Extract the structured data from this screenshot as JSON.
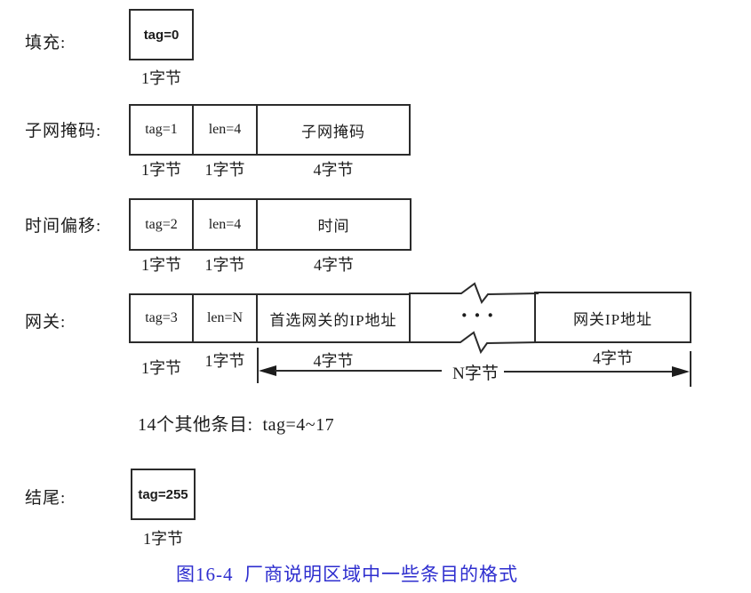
{
  "colors": {
    "background": "#ffffff",
    "ink": "#1c1c1c",
    "caption_blue": "#2e2ecf"
  },
  "rows": {
    "padding": {
      "label": "填充:",
      "tag": "tag=0",
      "bytes1": "1字节"
    },
    "subnet": {
      "label": "子网掩码:",
      "tag": "tag=1",
      "len": "len=4",
      "value": "子网掩码",
      "bytes1": "1字节",
      "bytes2": "1字节",
      "bytes3": "4字节"
    },
    "time": {
      "label": "时间偏移:",
      "tag": "tag=2",
      "len": "len=4",
      "value": "时间",
      "bytes1": "1字节",
      "bytes2": "1字节",
      "bytes3": "4字节"
    },
    "gateway": {
      "label": "网关:",
      "tag": "tag=3",
      "len": "len=N",
      "first_ip": "首选网关的IP地址",
      "ellipsis": "···",
      "last_ip": "网关IP地址",
      "bytes1": "1字节",
      "bytes2": "1字节",
      "bytes3": "4字节",
      "bytes4": "4字节",
      "span": "N字节"
    },
    "end": {
      "label": "结尾:",
      "tag": "tag=255",
      "bytes1": "1字节"
    }
  },
  "note": "14个其他条目:  tag=4~17",
  "caption": "图16-4  厂商说明区域中一些条目的格式"
}
